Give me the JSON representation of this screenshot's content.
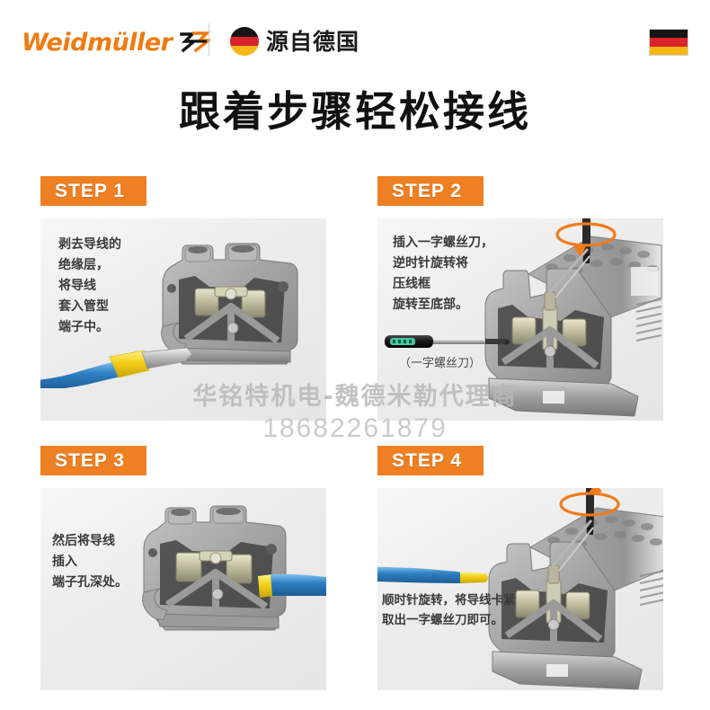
{
  "header": {
    "brand_name": "Weidmüller",
    "brand_mark_icon": "weidmuller-logo-mark",
    "divider_icon": "vertical-divider",
    "flag_circle_icon": "german-flag-circle-icon",
    "slogan": "源自德国",
    "flag_rect_icon": "german-flag-icon",
    "colors": {
      "brand_orange": "#ef7b10",
      "flag_black": "#151515",
      "flag_red": "#d8232a",
      "flag_gold": "#f9b716"
    }
  },
  "title": "跟着步骤轻松接线",
  "watermark": {
    "line1": "华铭特机电-魏德米勒代理商",
    "line2": "18682261879"
  },
  "steps": [
    {
      "badge": "STEP 1",
      "text": "剥去导线的\n绝缘层，\n将导线\n套入管型\n端子中。",
      "image_name": "terminal-block-photo-step1",
      "wire_name": "blue-wire-with-yellow-ferrule"
    },
    {
      "badge": "STEP 2",
      "text": "插入一字螺丝刀，\n逆时针旋转将\n压线框\n旋转至底部。",
      "caption": "（一字螺丝刀）",
      "image_name": "terminal-block-photo-step2",
      "tool_name": "flathead-screwdriver-illustration",
      "arrow_name": "counter-clockwise-rotation-arrow"
    },
    {
      "badge": "STEP 3",
      "text": "然后将导线\n插入\n端子孔深处。",
      "image_name": "terminal-block-photo-step3",
      "wire_name": "blue-wire-inserted"
    },
    {
      "badge": "STEP 4",
      "text": "顺时针旋转，将导线卡紧\n取出一字螺丝刀即可。",
      "image_name": "terminal-block-photo-step4",
      "wire_name": "blue-wire-clamped",
      "arrow_name": "clockwise-rotation-arrow"
    }
  ],
  "colors": {
    "badge_orange": "#ee7f23",
    "panel_bg": "#efefef",
    "terminal_gray": "#9a9a9a",
    "wire_blue": "#2e7fc1",
    "ferrule_yellow": "#f4d01e",
    "watermark_gray": "#bdbdbd"
  }
}
